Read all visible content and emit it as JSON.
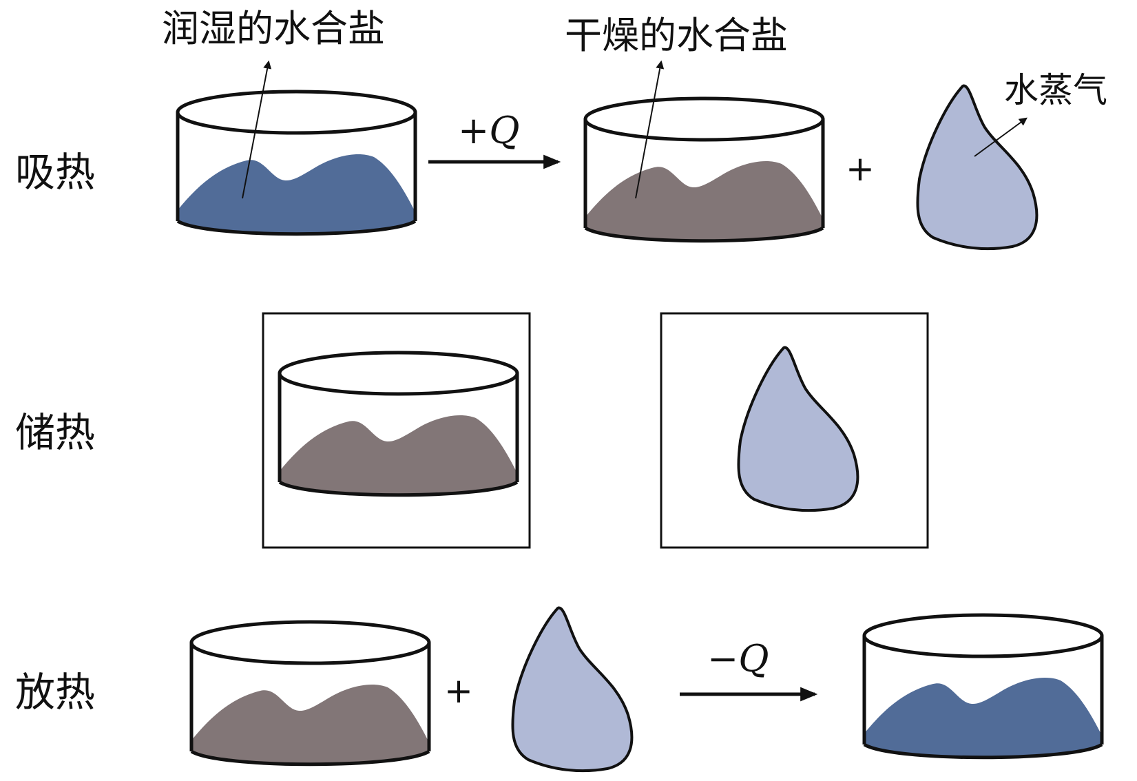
{
  "rows": {
    "absorb": "吸热",
    "store": "储热",
    "release": "放热"
  },
  "labels": {
    "wet_salt": "润湿的水合盐",
    "dry_salt": "干燥的水合盐",
    "vapor": "水蒸气"
  },
  "operators": {
    "plus": "+",
    "heat_in": "+Q",
    "heat_out": "−Q"
  },
  "colors": {
    "wet_salt": "#516c98",
    "dry_salt": "#827677",
    "water_drop": "#b0b9d6",
    "outline": "#111111"
  }
}
